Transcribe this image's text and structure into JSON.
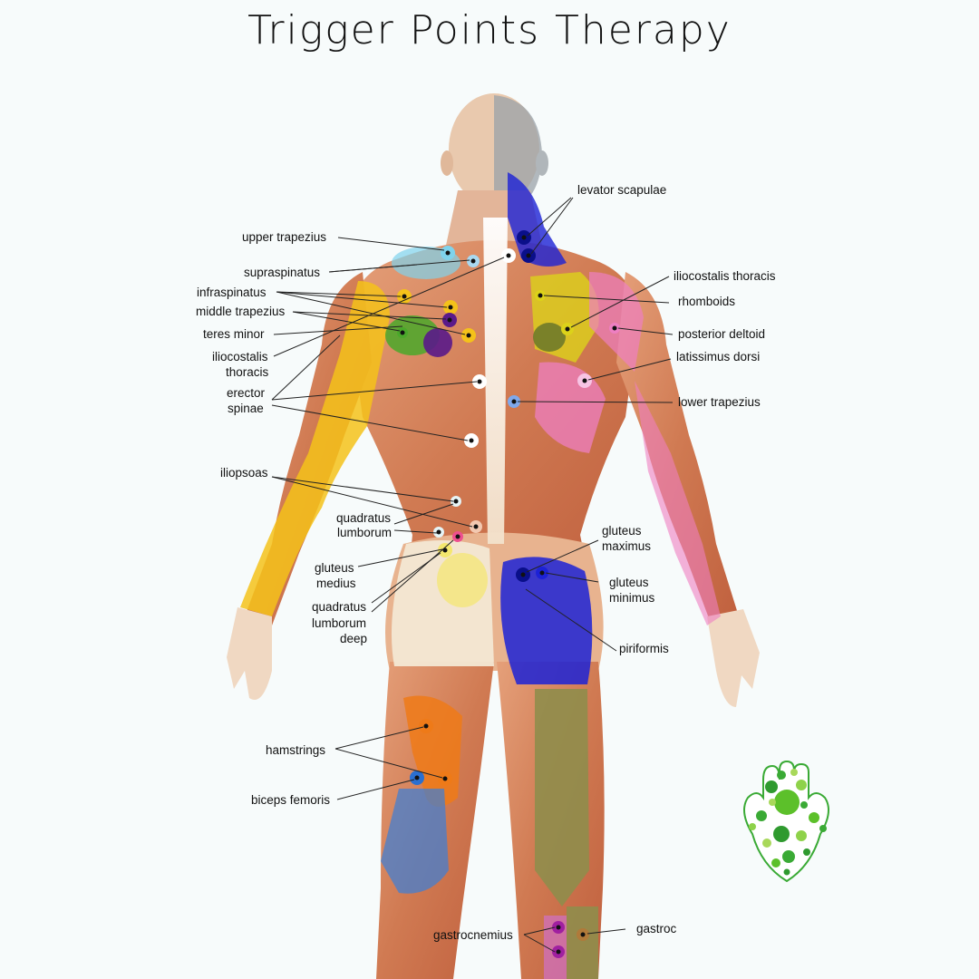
{
  "title": "Trigger Points Therapy",
  "colors": {
    "background": "#f7fbfb",
    "skin": "#f0d8c2",
    "muscle": "#d88a5e",
    "muscle_dark": "#b7583a",
    "spine": "#fbf3e8",
    "blue": "#1c22d6",
    "yellow": "#f4c21a",
    "olive": "#8f8d4b",
    "pink": "#ee7fc2",
    "orange": "#ee7a18",
    "purple": "#5a1a8a",
    "green": "#4aa82a"
  },
  "labels": {
    "upper_trapezius": "upper trapezius",
    "supraspinatus": "supraspinatus",
    "infraspinatus": "infraspinatus",
    "middle_trapezius": "middle trapezius",
    "teres_minor": "teres minor",
    "iliocostalis_thoracis_left_1": "iliocostalis",
    "iliocostalis_thoracis_left_2": "thoracis",
    "erector_spinae_1": "erector",
    "erector_spinae_2": "spinae",
    "iliopsoas": "iliopsoas",
    "quadratus_lumborum_1": "quadratus",
    "quadratus_lumborum_2": "lumborum",
    "gluteus_medius_1": "gluteus",
    "gluteus_medius_2": "medius",
    "quadratus_lumborum_deep_1": "quadratus",
    "quadratus_lumborum_deep_2": "lumborum",
    "quadratus_lumborum_deep_3": "deep",
    "hamstrings": "hamstrings",
    "biceps_femoris": "biceps femoris",
    "gastrocnemius_left": "gastrocnemius",
    "levator_scapulae": "levator scapulae",
    "iliocostalis_thoracis_right": "iliocostalis thoracis",
    "rhomboids": "rhomboids",
    "posterior_deltoid": "posterior deltoid",
    "latissimus_dorsi": "latissimus dorsi",
    "lower_trapezius": "lower trapezius",
    "gluteus_maximus_1": "gluteus",
    "gluteus_maximus_2": "maximus",
    "gluteus_minimus_1": "gluteus",
    "gluteus_minimus_2": "minimus",
    "piriformis": "piriformis",
    "gastroc_right": "gastroc"
  },
  "logo": {
    "icon": "hamsa-hand-icon",
    "color": "#3aaa35"
  }
}
